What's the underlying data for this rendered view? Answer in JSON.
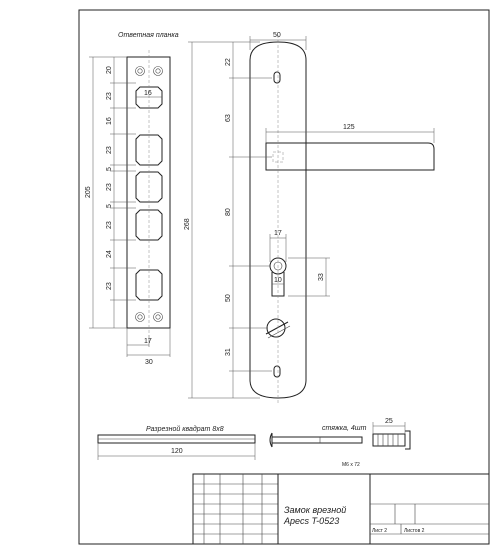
{
  "labels": {
    "strike_plate": "Ответная планка",
    "split_bar": "Разрезной квадрат 8х8",
    "tie_rods": "стяжка, 4шт",
    "tie_rod_size": "M6 x 72",
    "title_line1": "Замок врезной",
    "title_line2": "Apecs T-0523",
    "sheet": "Лист 2",
    "sheets": "Листов 2"
  },
  "dims": {
    "d50": "50",
    "d22": "22",
    "d63": "63",
    "d125": "125",
    "d80": "80",
    "d268": "268",
    "d17a": "17",
    "d10": "10",
    "d33": "33",
    "d50b": "50",
    "d31": "31",
    "d205": "205",
    "d20": "20",
    "d23a": "23",
    "d16": "16",
    "d16b": "16",
    "d23b": "23",
    "d5a": "5",
    "d23c": "23",
    "d5b": "5",
    "d23d": "23",
    "d24": "24",
    "d23e": "23",
    "d17b": "17",
    "d30": "30",
    "d120": "120",
    "d25": "25"
  },
  "icons": [
    "screw-icon",
    "keyhole-icon",
    "turn-knob-icon"
  ]
}
